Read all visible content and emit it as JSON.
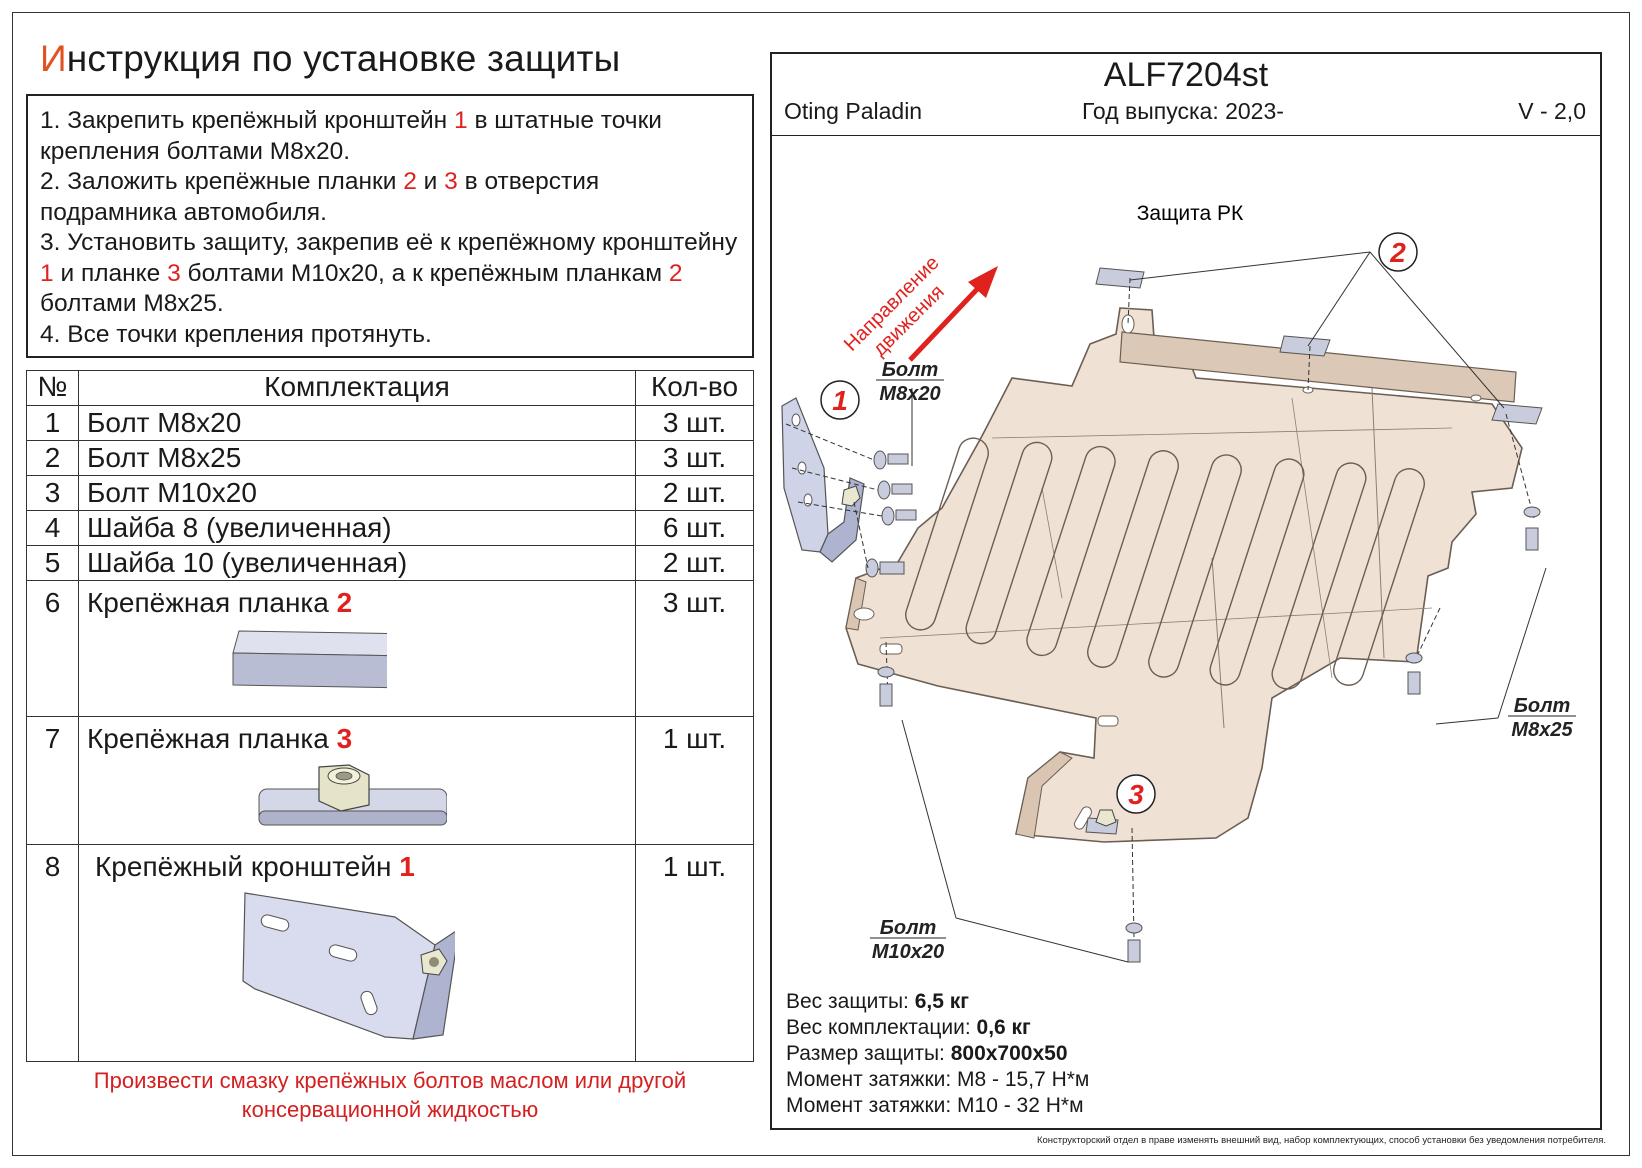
{
  "title": {
    "first_letter": "И",
    "rest": "нструкция по установке защиты"
  },
  "instructions": [
    {
      "pre": "1. Закрепить крепёжный кронштейн ",
      "num": "1",
      "post": " в штатные точки крепления болтами М8х20."
    },
    {
      "pre": "2. Заложить крепёжные планки ",
      "num": "2",
      "mid": " и ",
      "num2": "3",
      "post": " в отверстия подрамника автомобиля."
    },
    {
      "pre": "3. Установить защиту, закрепив её к крепёжному кронштейну ",
      "num": "1",
      "mid": " и планке ",
      "num2": "3",
      "mid2": " болтами М10х20, а к крепёжным планкам ",
      "num3": "2",
      "post": " болтами М8х25."
    },
    {
      "pre": "4. Все точки крепления протянуть."
    }
  ],
  "table": {
    "headers": {
      "num": "№",
      "name": "Комплектация",
      "qty": "Кол-во"
    },
    "rows": [
      {
        "num": "1",
        "name": "Болт М8х20",
        "qty": "3 шт."
      },
      {
        "num": "2",
        "name": "Болт М8х25",
        "qty": "3 шт."
      },
      {
        "num": "3",
        "name": "Болт М10х20",
        "qty": "2 шт."
      },
      {
        "num": "4",
        "name": "Шайба 8 (увеличенная)",
        "qty": "6 шт."
      },
      {
        "num": "5",
        "name": "Шайба 10 (увеличенная)",
        "qty": "2 шт."
      },
      {
        "num": "6",
        "name": "Крепёжная планка ",
        "badge": "2",
        "qty": "3 шт."
      },
      {
        "num": "7",
        "name": "Крепёжная планка ",
        "badge": "3",
        "qty": "1 шт."
      },
      {
        "num": "8",
        "name": "Крепёжный кронштейн ",
        "badge": "1",
        "qty": "1 шт."
      }
    ]
  },
  "note": "Произвести смазку крепёжных болтов маслом или другой консервационной жидкостью",
  "header": {
    "model": "ALF7204st",
    "car": "Oting Paladin",
    "year": "Год выпуска: 2023-",
    "version": "V - 2,0"
  },
  "drawing": {
    "subtitle": "Защита РК",
    "direction_line1": "Направление",
    "direction_line2": "движения",
    "callouts": [
      "1",
      "2",
      "3"
    ],
    "bolt_word": "Болт",
    "bolt_m8x20": "М8х20",
    "bolt_m8x25": "М8х25",
    "bolt_m10x20": "М10х20"
  },
  "specs": [
    {
      "label": "Вес защиты: ",
      "value": "6,5 кг"
    },
    {
      "label": "Вес комплектации: ",
      "value": "0,6 кг"
    },
    {
      "label": "Размер защиты: ",
      "value": "800х700х50"
    },
    {
      "label": "Момент затяжки:  М8 - 15,7 Н*м",
      "value": ""
    },
    {
      "label": "Момент затяжки:  М10 - 32 Н*м",
      "value": ""
    }
  ],
  "disclaimer": "Конструкторский отдел в праве изменять внешний вид, набор комплектующих, способ установки без уведомления потребителя.",
  "colors": {
    "accent_red": "#e0221f",
    "title_orange": "#e0521f",
    "plate_fill": "#efe1d4",
    "part_fill": "#c9ccdc"
  }
}
